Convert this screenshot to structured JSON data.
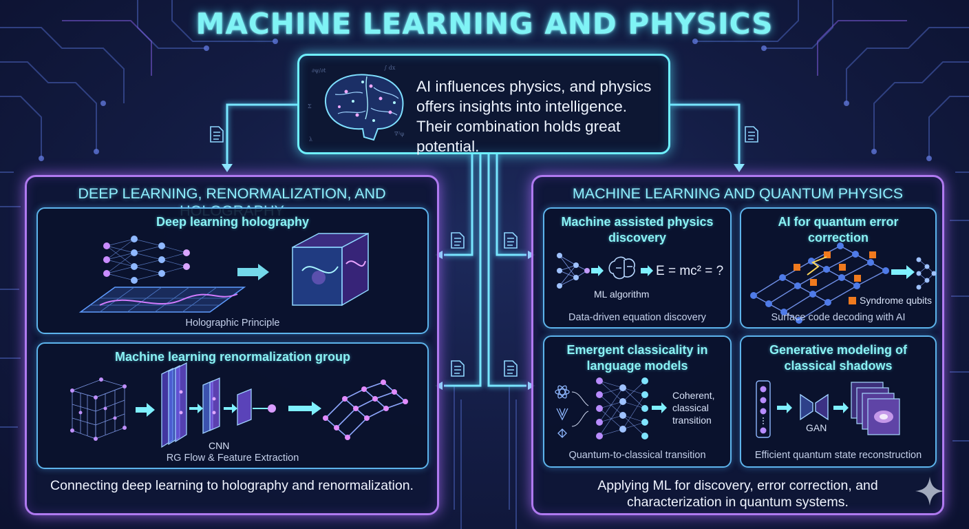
{
  "title": "MACHINE LEARNING AND PHYSICS",
  "intro": {
    "text": "AI influences physics, and physics offers insights into intelligence. Their combination holds great potential.",
    "art_icon": "brain-icon"
  },
  "left_panel": {
    "title": "DEEP LEARNING, RENORMALIZATION, AND HOLOGRAPHY",
    "footer": "Connecting deep learning to holography and renormalization.",
    "cards": [
      {
        "title": "Deep learning holography",
        "caption": "Holographic Principle"
      },
      {
        "title": "Machine learning renormalization group",
        "label": "CNN",
        "caption": "RG Flow & Feature Extraction"
      }
    ]
  },
  "right_panel": {
    "title": "MACHINE LEARNING AND QUANTUM PHYSICS",
    "footer_line1": "Applying ML for discovery, error correction, and",
    "footer_line2": "characterization in quantum systems.",
    "cards": [
      {
        "title_line1": "Machine assisted physics",
        "title_line2": "discovery",
        "label": "ML algorithm",
        "formula": "E = mc² = ?",
        "caption": "Data-driven equation discovery"
      },
      {
        "title_line1": "AI for quantum error",
        "title_line2": "correction",
        "legend": "Syndrome qubits",
        "caption": "Surface code decoding with AI"
      },
      {
        "title_line1": "Emergent classicality in",
        "title_line2": "language models",
        "output_line1": "Coherent,",
        "output_line2": "classical",
        "output_line3": "transition",
        "caption": "Quantum-to-classical transition"
      },
      {
        "title_line1": "Generative modeling of",
        "title_line2": "classical shadows",
        "label": "GAN",
        "caption": "Efficient quantum state reconstruction"
      }
    ]
  },
  "colors": {
    "title_cyan": "#7ff3f5",
    "panel_border": "#b07af0",
    "card_border": "#5db4ec",
    "syndrome_orange": "#f07a1e"
  }
}
